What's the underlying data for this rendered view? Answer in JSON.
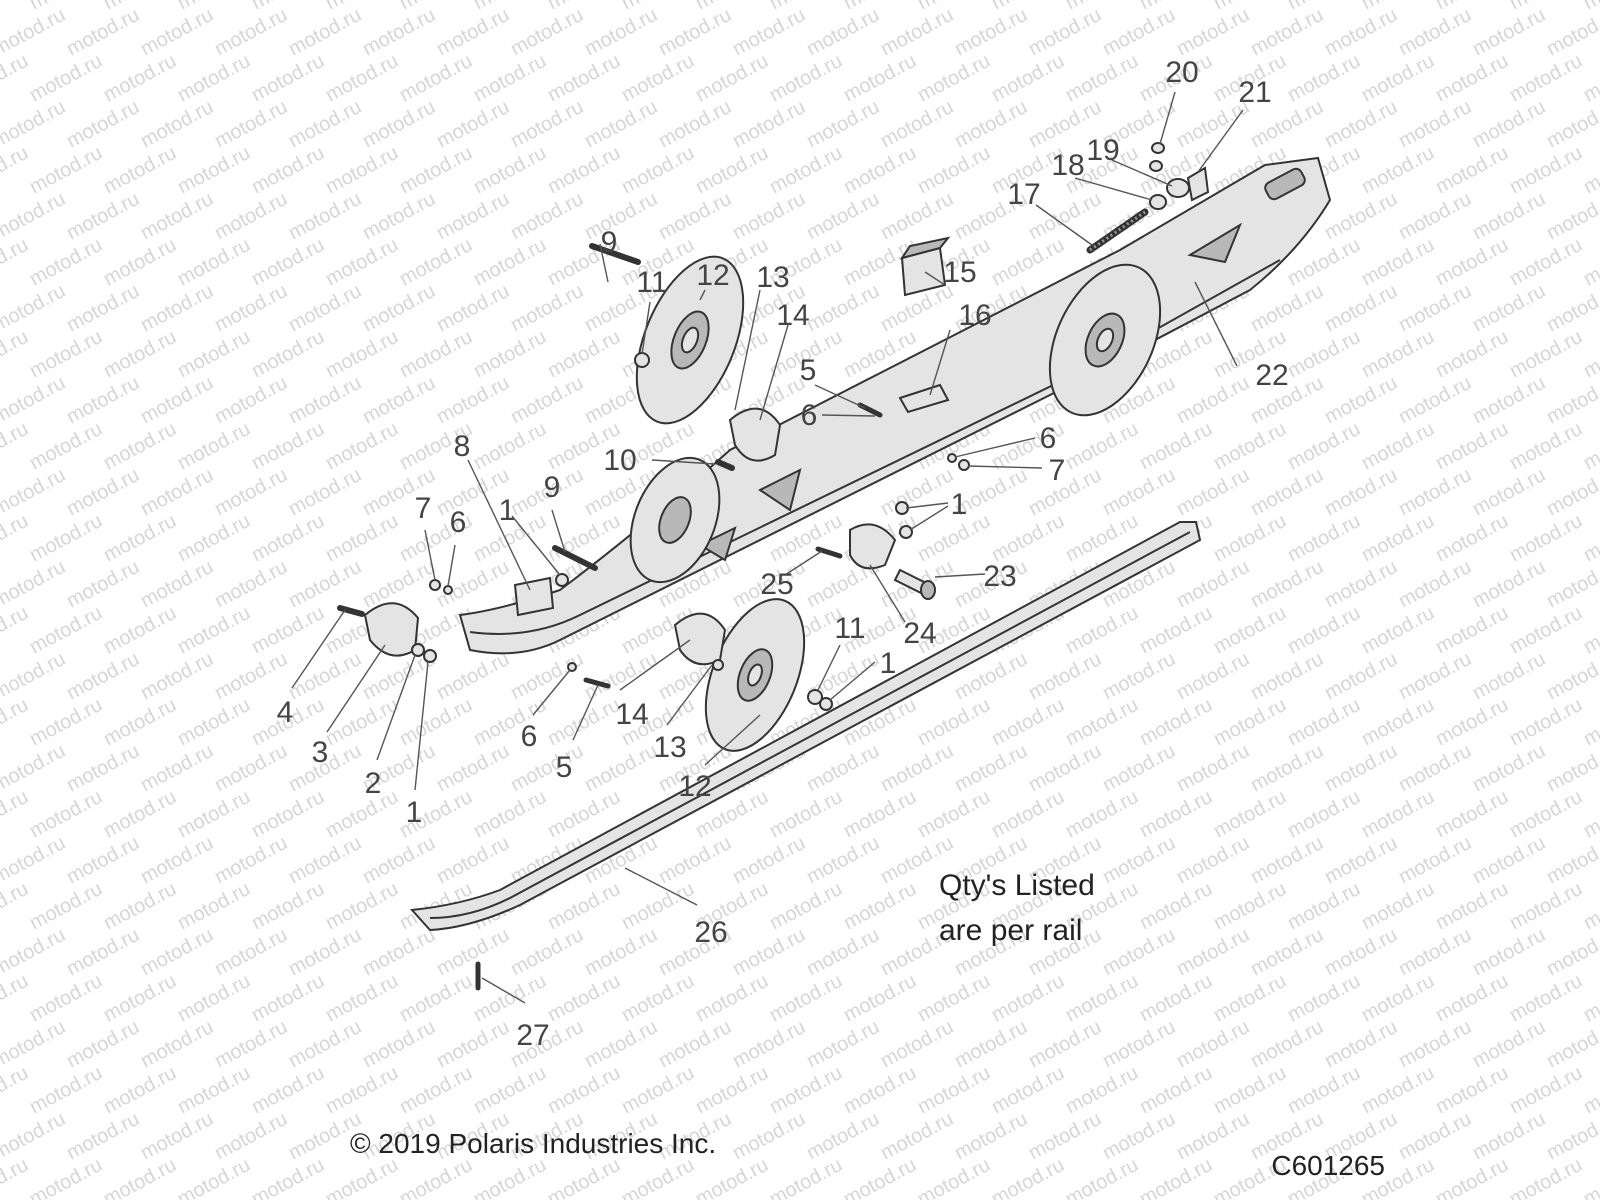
{
  "watermark": "motod.ru",
  "note": {
    "line1": "Qty's Listed",
    "line2": "are per rail"
  },
  "copyright": "© 2019 Polaris Industries Inc.",
  "figure_code": "C601265",
  "callouts": [
    {
      "id": "c20",
      "label": "20"
    },
    {
      "id": "c21",
      "label": "21"
    },
    {
      "id": "c19",
      "label": "19"
    },
    {
      "id": "c18",
      "label": "18"
    },
    {
      "id": "c17",
      "label": "17"
    },
    {
      "id": "c9a",
      "label": "9"
    },
    {
      "id": "c11a",
      "label": "11"
    },
    {
      "id": "c12a",
      "label": "12"
    },
    {
      "id": "c13a",
      "label": "13"
    },
    {
      "id": "c14a",
      "label": "14"
    },
    {
      "id": "c15",
      "label": "15"
    },
    {
      "id": "c16",
      "label": "16"
    },
    {
      "id": "c5a",
      "label": "5"
    },
    {
      "id": "c6a",
      "label": "6"
    },
    {
      "id": "c22",
      "label": "22"
    },
    {
      "id": "c8",
      "label": "8"
    },
    {
      "id": "c10",
      "label": "10"
    },
    {
      "id": "c6b",
      "label": "6"
    },
    {
      "id": "c7a",
      "label": "7"
    },
    {
      "id": "c9b",
      "label": "9"
    },
    {
      "id": "c7b",
      "label": "7"
    },
    {
      "id": "c6c",
      "label": "6"
    },
    {
      "id": "c1a",
      "label": "1"
    },
    {
      "id": "c1b",
      "label": "1"
    },
    {
      "id": "c23",
      "label": "23"
    },
    {
      "id": "c25",
      "label": "25"
    },
    {
      "id": "c24",
      "label": "24"
    },
    {
      "id": "c11b",
      "label": "11"
    },
    {
      "id": "c1c",
      "label": "1"
    },
    {
      "id": "c4",
      "label": "4"
    },
    {
      "id": "c3",
      "label": "3"
    },
    {
      "id": "c2",
      "label": "2"
    },
    {
      "id": "c1d",
      "label": "1"
    },
    {
      "id": "c6d",
      "label": "6"
    },
    {
      "id": "c5b",
      "label": "5"
    },
    {
      "id": "c14b",
      "label": "14"
    },
    {
      "id": "c13b",
      "label": "13"
    },
    {
      "id": "c12b",
      "label": "12"
    },
    {
      "id": "c26",
      "label": "26"
    },
    {
      "id": "c27",
      "label": "27"
    }
  ]
}
